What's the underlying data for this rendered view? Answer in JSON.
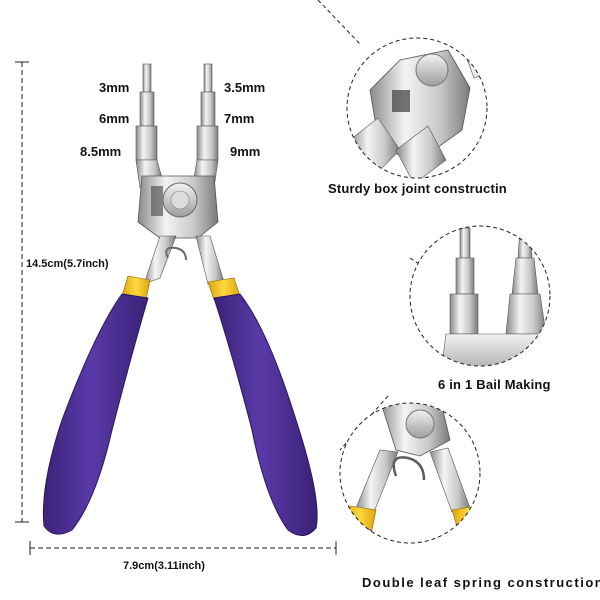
{
  "colors": {
    "handle": "#4e2f97",
    "handle_dark": "#3a2176",
    "collar": "#f2c21a",
    "steel_light": "#e9e9e9",
    "steel_mid": "#bdbdbd",
    "steel_dark": "#6f6f6f",
    "line": "#222222"
  },
  "sizes": {
    "left": [
      "3mm",
      "6mm",
      "8.5mm"
    ],
    "right": [
      "3.5mm",
      "7mm",
      "9mm"
    ]
  },
  "dimensions": {
    "height": "14.5cm(5.7inch)",
    "width": "7.9cm(3.11inch)"
  },
  "features": [
    {
      "caption": "Sturdy box joint constructin"
    },
    {
      "caption": "6 in 1 Bail Making"
    },
    {
      "caption": "Double leaf spring construction"
    }
  ]
}
